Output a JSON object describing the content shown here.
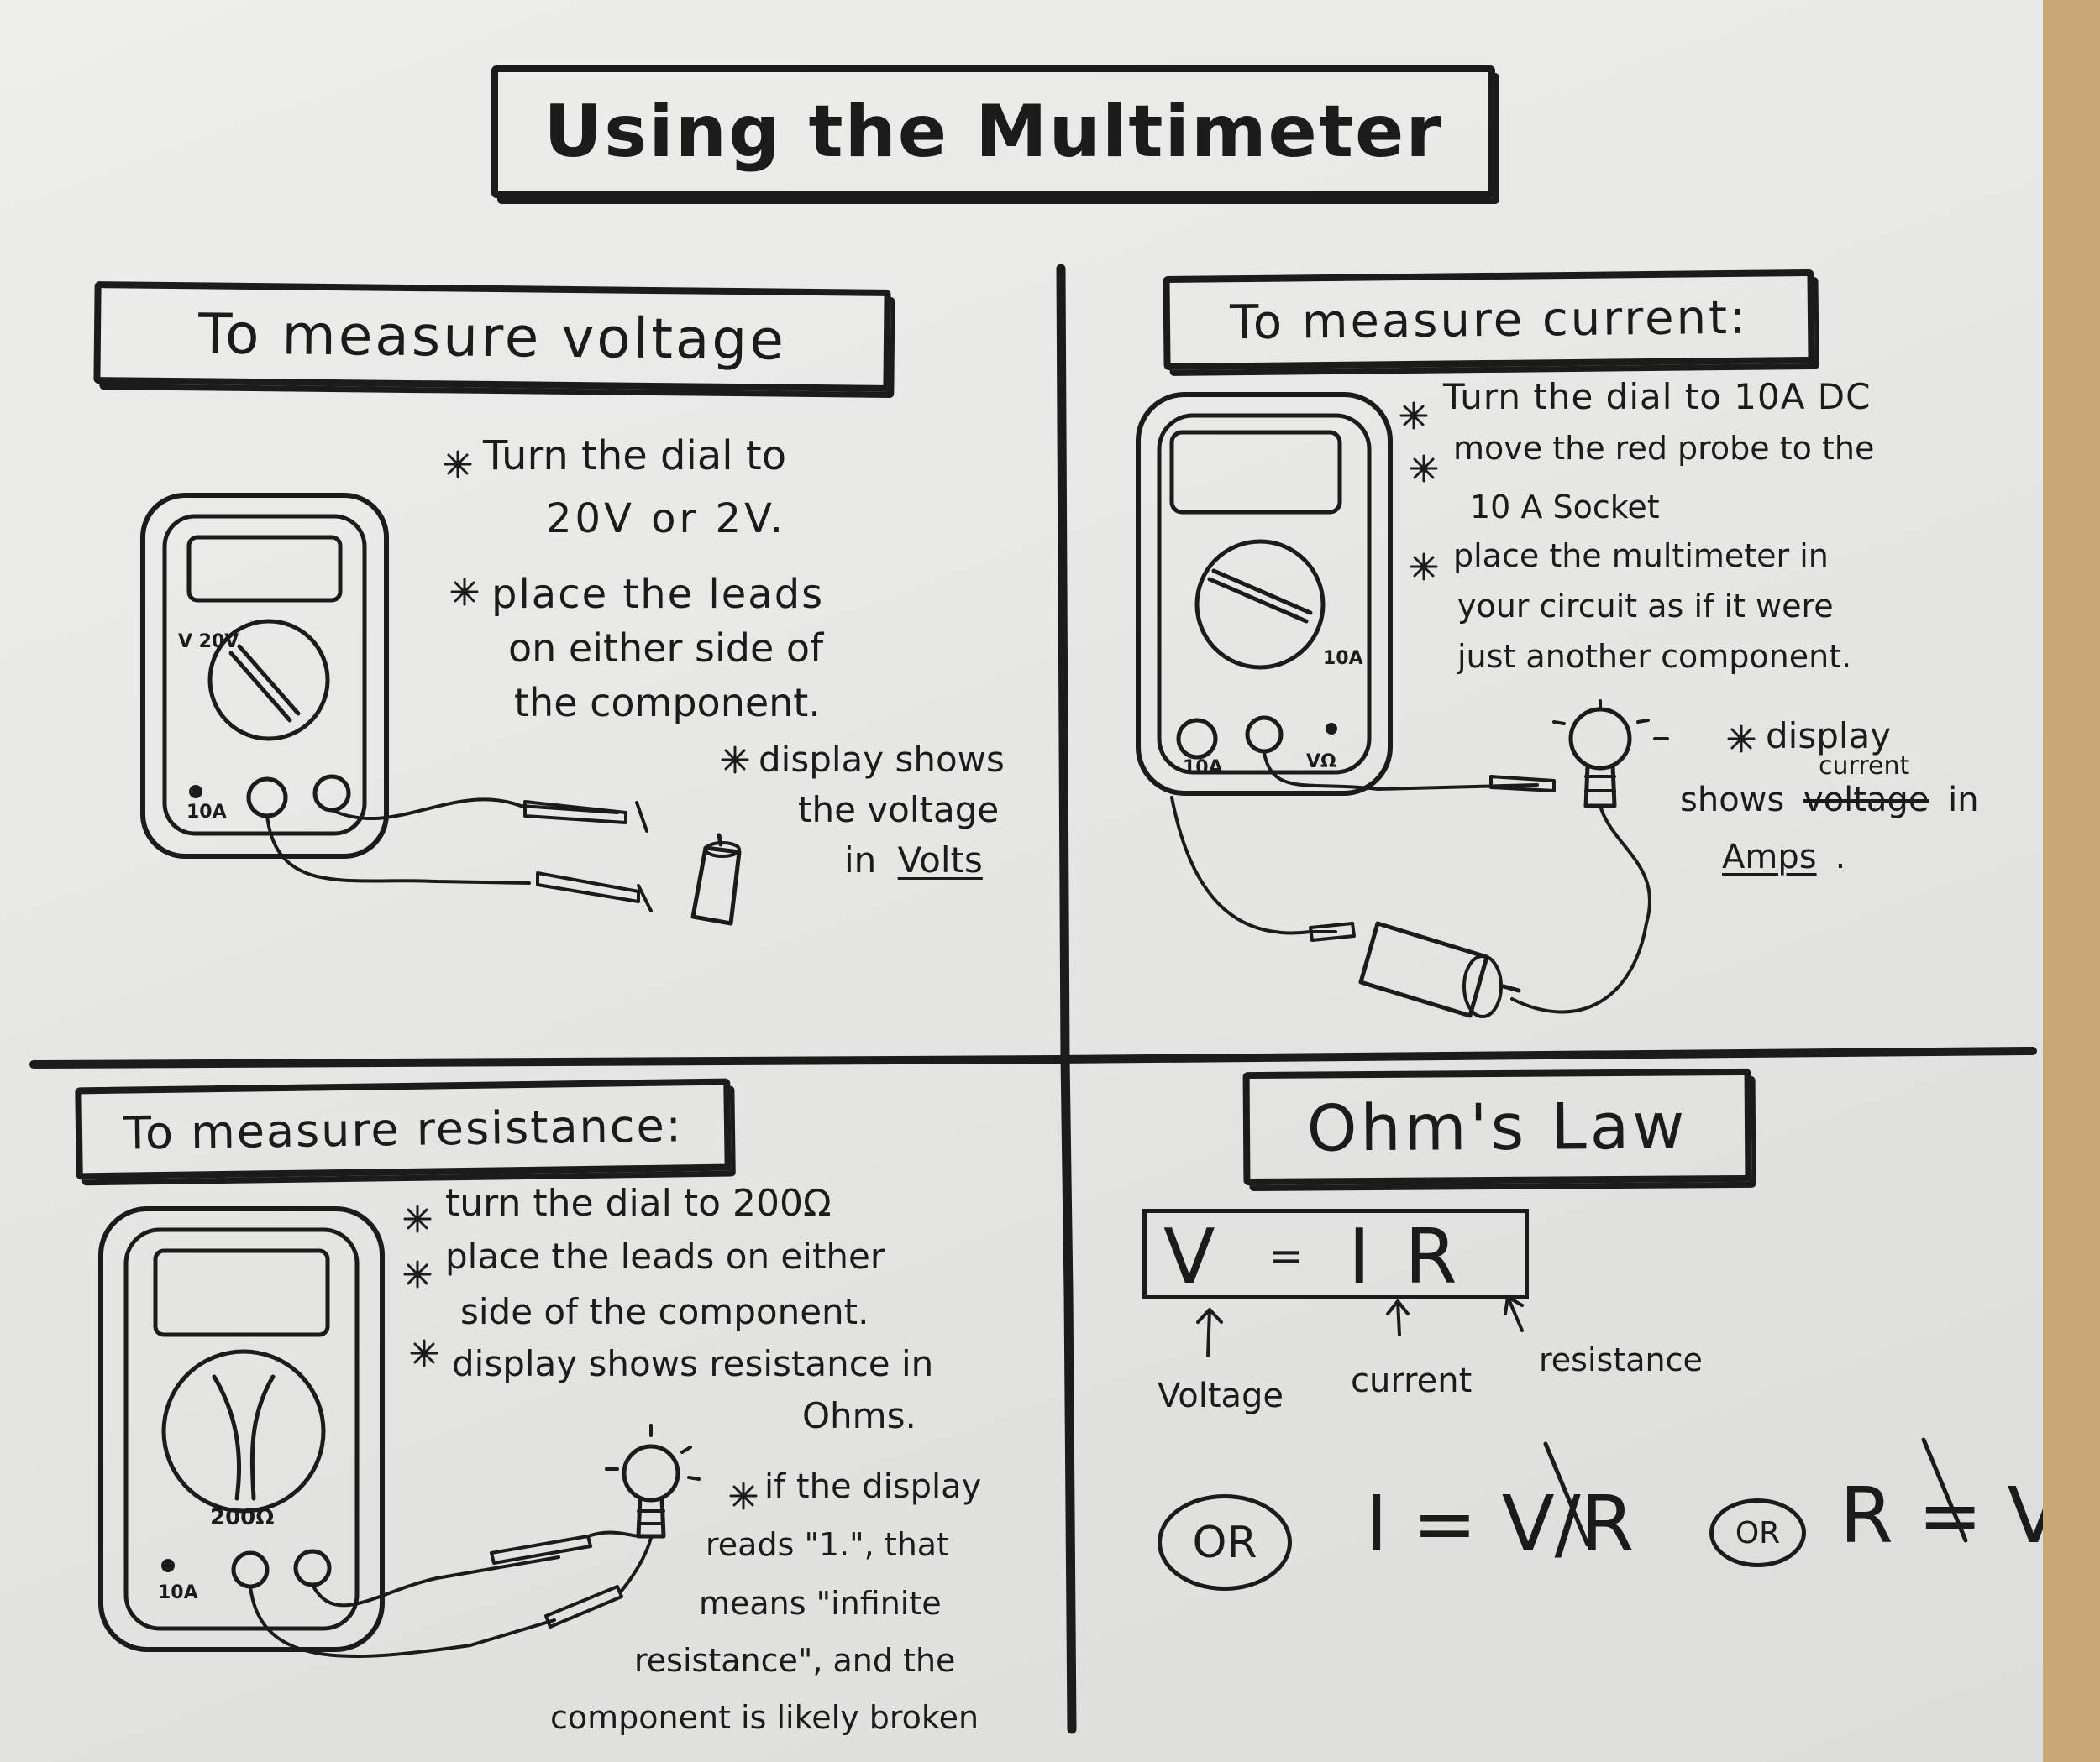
{
  "title": "Using the Multimeter",
  "voltage": {
    "heading": "To measure voltage",
    "steps": [
      "Turn the dial to",
      "20V or 2V.",
      "place the leads",
      "on either side of",
      "the component.",
      "display shows",
      "the voltage",
      "in"
    ],
    "unit": "Volts",
    "meter_label_dial": "V 20V",
    "meter_label_socket": "10A"
  },
  "current": {
    "heading": "To measure current:",
    "steps": [
      "Turn the dial to 10A DC",
      "move the red probe to the",
      "10 A Socket",
      "place the multimeter in",
      "your circuit as if it were",
      "just another component.",
      "display"
    ],
    "inserted_word": "current",
    "crossed_word": "voltage",
    "shows_prefix": "shows",
    "shows_suffix": "in",
    "unit": "Amps",
    "period": ".",
    "meter_label_dial": "10A",
    "meter_label_socket_a": "10A",
    "meter_label_socket_b": "VΩ"
  },
  "resistance": {
    "heading": "To measure resistance:",
    "steps": [
      "turn the dial to 200Ω",
      "place the leads on either",
      "side of the component.",
      "display shows resistance in",
      "Ohms.",
      "if the display",
      "reads \"1.\", that",
      "means \"infinite",
      "resistance\", and the",
      "component is likely broken"
    ],
    "meter_label_dial": "200Ω",
    "meter_label_socket": "10A"
  },
  "ohms_law": {
    "heading": "Ohm's Law",
    "formula_v": "V",
    "formula_eq": "=",
    "formula_ir": "I R",
    "labels": [
      "Voltage",
      "current",
      "resistance"
    ],
    "or_label": "OR",
    "alt_1": "I = V/R",
    "alt_2": "R = V/I"
  }
}
